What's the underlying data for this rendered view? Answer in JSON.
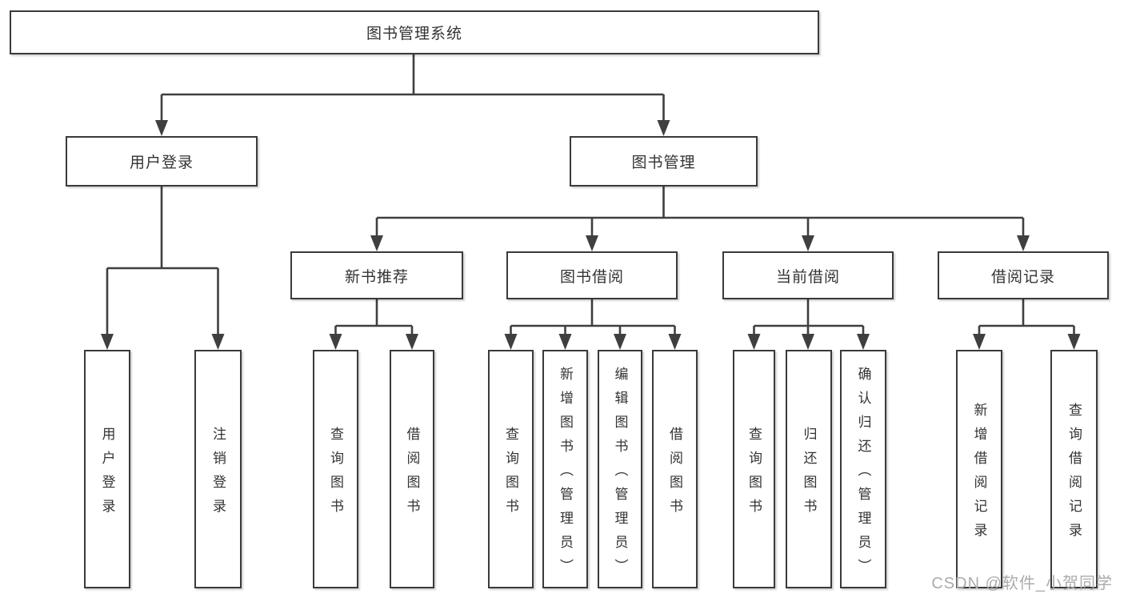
{
  "diagram_title": "图书管理系统",
  "colors": {
    "background": "#ffffff",
    "line": "#3f3f3f",
    "border": "#3a3a3a",
    "text": "#333333",
    "watermark": "#ababab"
  },
  "nodes": {
    "root": "图书管理系统",
    "userLogin": "用户登录",
    "bookManagement": "图书管理",
    "newBookRecommend": "新书推荐",
    "bookBorrow": "图书借阅",
    "currentBorrow": "当前借阅",
    "borrowRecord": "借阅记录"
  },
  "leaves": [
    "用户登录",
    "注销登录",
    "查询图书",
    "借阅图书",
    "查询图书",
    "新增图书（管理员）",
    "编辑图书（管理员）",
    "借阅图书",
    "查询图书",
    "归还图书",
    "确认归还（管理员）",
    "新增借阅记录",
    "查询借阅记录"
  ],
  "watermark": "CSDN @软件_小贺同学"
}
